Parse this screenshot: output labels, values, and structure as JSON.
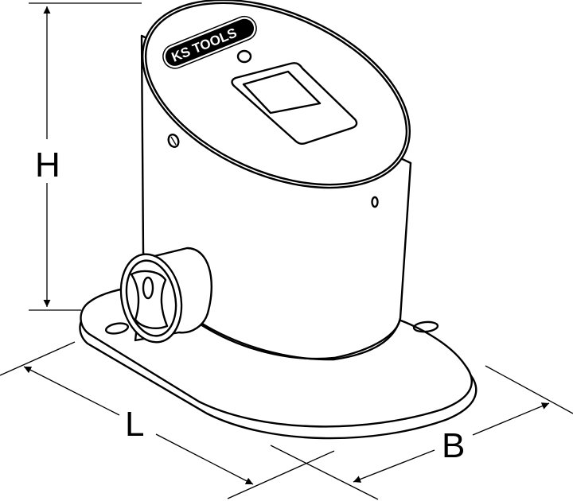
{
  "figure": {
    "type": "technical line drawing",
    "subject": "digital torque tester with square drive socket on oval base plate",
    "brand_logo": "KS TOOLS",
    "line_color": "#000000",
    "background_color": "#ffffff"
  },
  "dimensions": {
    "height_label": "H",
    "length_label": "L",
    "width_label": "B"
  }
}
